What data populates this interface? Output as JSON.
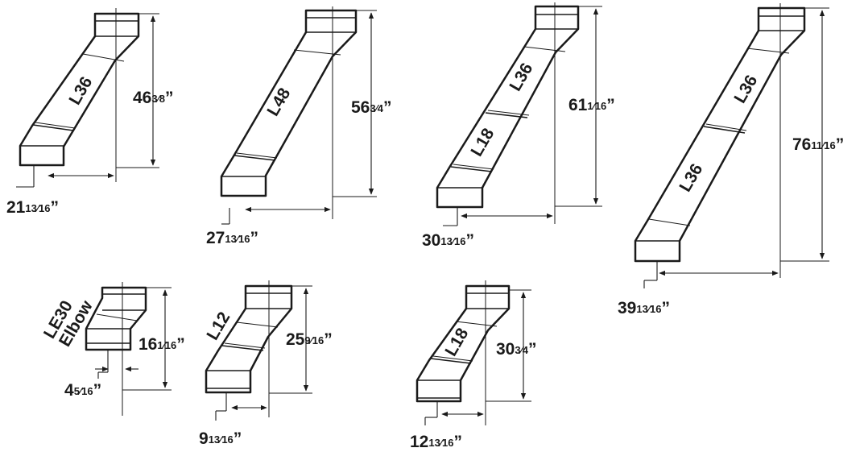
{
  "colors": {
    "ink": "#1a1a1a",
    "background": "#ffffff"
  },
  "assemblies": [
    {
      "id": "a1",
      "sections": [
        "L36"
      ],
      "height": {
        "whole": "46",
        "frac": "3⁄8",
        "unit": "”"
      },
      "offset": {
        "whole": "21",
        "frac": "13⁄16",
        "unit": "”"
      }
    },
    {
      "id": "a2",
      "sections": [
        "L48"
      ],
      "height": {
        "whole": "56",
        "frac": "3⁄4",
        "unit": "”"
      },
      "offset": {
        "whole": "27",
        "frac": "13⁄16",
        "unit": "”"
      }
    },
    {
      "id": "a3",
      "sections": [
        "L36",
        "L18"
      ],
      "height": {
        "whole": "61",
        "frac": "1⁄16",
        "unit": "”"
      },
      "offset": {
        "whole": "30",
        "frac": "13⁄16",
        "unit": "”"
      }
    },
    {
      "id": "a4",
      "sections": [
        "L36",
        "L36"
      ],
      "height": {
        "whole": "76",
        "frac": "11⁄16",
        "unit": "”"
      },
      "offset": {
        "whole": "39",
        "frac": "13⁄16",
        "unit": "”"
      }
    },
    {
      "id": "a5",
      "sections": [
        "LE30",
        "Elbow"
      ],
      "height": {
        "whole": "16",
        "frac": "1⁄16",
        "unit": "”"
      },
      "offset": {
        "whole": "4",
        "frac": "5⁄16",
        "unit": "”"
      }
    },
    {
      "id": "a6",
      "sections": [
        "L12"
      ],
      "height": {
        "whole": "25",
        "frac": "9⁄16",
        "unit": "”"
      },
      "offset": {
        "whole": "9",
        "frac": "13⁄16",
        "unit": "”"
      }
    },
    {
      "id": "a7",
      "sections": [
        "L18"
      ],
      "height": {
        "whole": "30",
        "frac": "3⁄4",
        "unit": "”"
      },
      "offset": {
        "whole": "12",
        "frac": "13⁄16",
        "unit": "”"
      }
    }
  ]
}
